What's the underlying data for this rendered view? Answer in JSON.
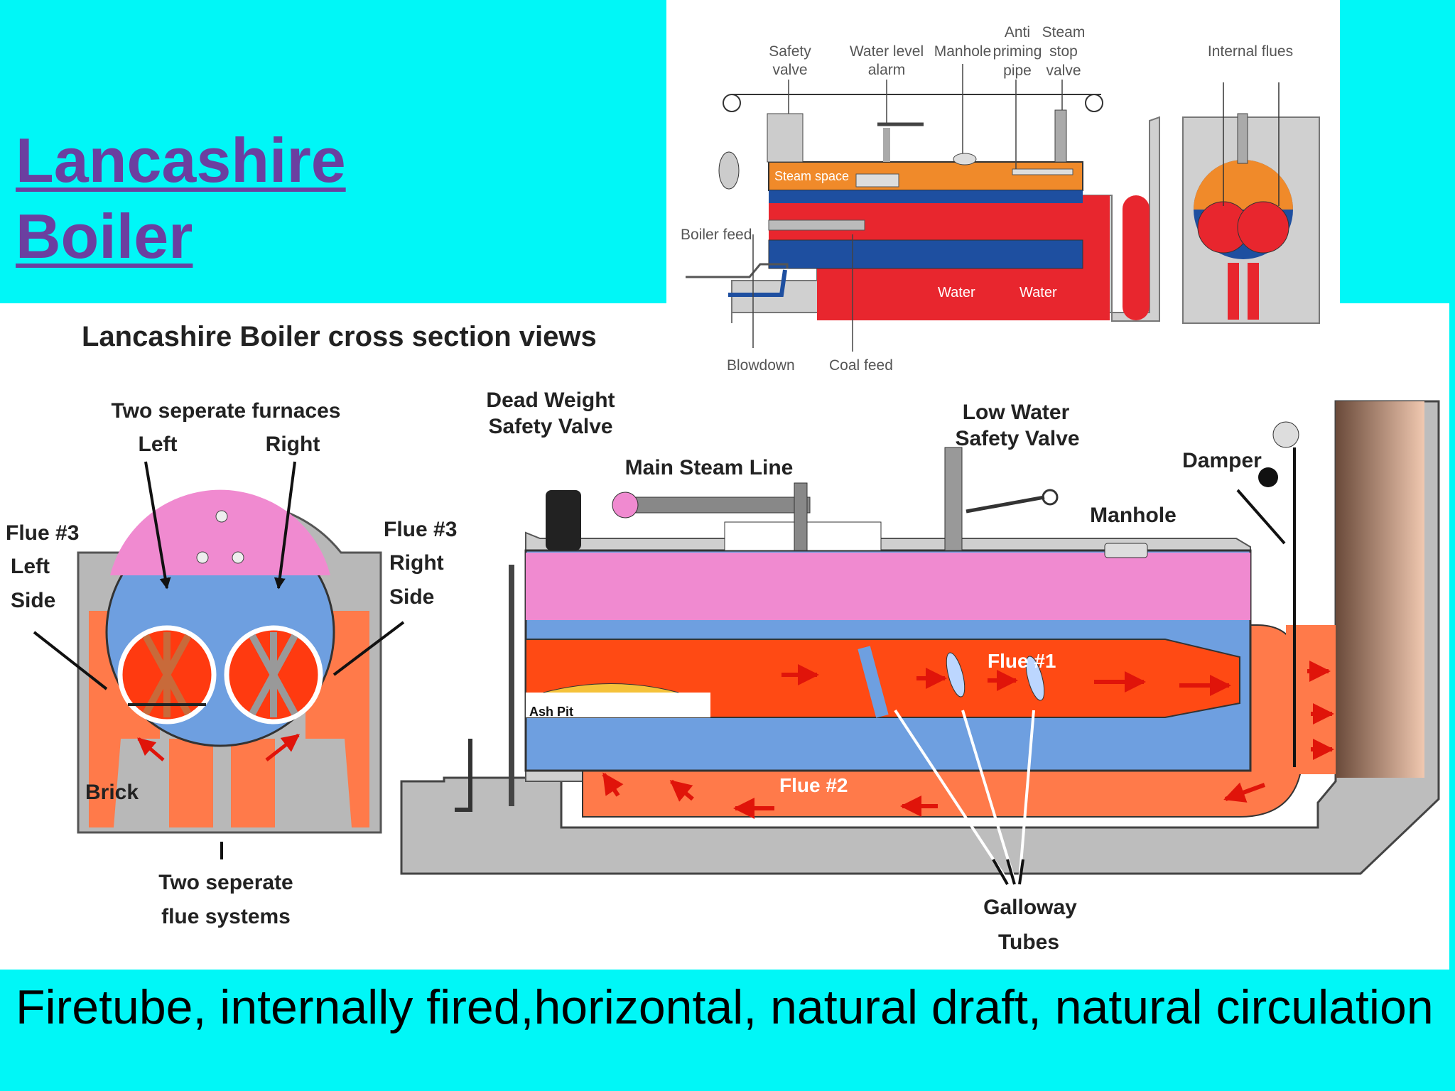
{
  "title": {
    "line1": "Lancashire",
    "line2": "Boiler"
  },
  "caption": "Firetube, internally fired,horizontal, natural draft, natural circulation",
  "top_diagram": {
    "labels": {
      "safety_valve_1": "Safety",
      "safety_valve_2": "valve",
      "water_level_alarm_1": "Water level",
      "water_level_alarm_2": "alarm",
      "manhole": "Manhole",
      "anti_priming_1": "Anti",
      "anti_priming_2": "priming",
      "anti_priming_3": "pipe",
      "steam_stop_1": "Steam",
      "steam_stop_2": "stop",
      "steam_stop_3": "valve",
      "internal_flues": "Internal flues",
      "steam_space": "Steam space",
      "boiler_feed": "Boiler feed",
      "water_1": "Water",
      "water_2": "Water",
      "blowdown": "Blowdown",
      "coal_feed": "Coal feed"
    }
  },
  "main_diagram": {
    "heading": "Lancashire Boiler  cross section views",
    "labels": {
      "two_furnaces": "Two seperate furnaces",
      "left": "Left",
      "right": "Right",
      "flue3_left_1": "Flue #3",
      "flue3_left_2": "Left",
      "flue3_left_3": "Side",
      "flue3_right_1": "Flue #3",
      "flue3_right_2": "Right",
      "flue3_right_3": "Side",
      "brick": "Brick",
      "two_flue_1": "Two seperate",
      "two_flue_2": "flue systems",
      "dead_weight_1": "Dead Weight",
      "dead_weight_2": "Safety Valve",
      "main_steam_line": "Main Steam Line",
      "low_water_1": "Low Water",
      "low_water_2": "Safety Valve",
      "damper": "Damper",
      "manhole": "Manhole",
      "flue1": "Flue #1",
      "flue2": "Flue #2",
      "ash_pit": "Ash Pit",
      "galloway_1": "Galloway",
      "galloway_2": "Tubes"
    }
  },
  "colors": {
    "background": "#00f7f7",
    "title": "#6b3fa0",
    "water": "#6e9fe0",
    "fire": "#ff4a14",
    "flue": "#ff7a4a",
    "steam": "#f08ad0",
    "brick": "#b8b8b8"
  }
}
